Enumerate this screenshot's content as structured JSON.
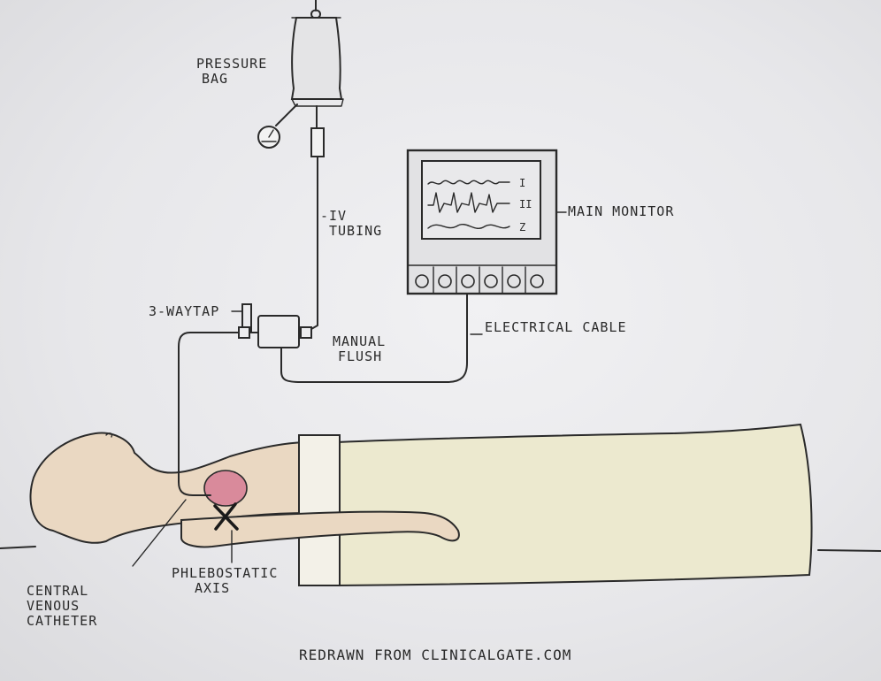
{
  "labels": {
    "pressure_bag": [
      "PRESSURE",
      "BAG"
    ],
    "iv_tubing": [
      "-IV",
      "TUBING"
    ],
    "main_monitor": "MAIN MONITOR",
    "three_way_tap": "3-WAYTAP",
    "manual_flush": [
      "MANUAL",
      "FLUSH"
    ],
    "electrical_cable": "ELECTRICAL CABLE",
    "phlebostatic_axis": [
      "PHLEBOSTATIC",
      "AXIS"
    ],
    "central_venous_catheter": [
      "CENTRAL",
      "VENOUS",
      "CATHETER"
    ],
    "credit": "REDRAWN FROM CLINICALGATE.COM"
  },
  "monitor_traces": [
    "I",
    "II",
    "Z"
  ],
  "colors": {
    "ink": "#2a2a2a",
    "skin": "#ead8c2",
    "sheet": "#ece9cf",
    "heart": "#d98a9b"
  }
}
